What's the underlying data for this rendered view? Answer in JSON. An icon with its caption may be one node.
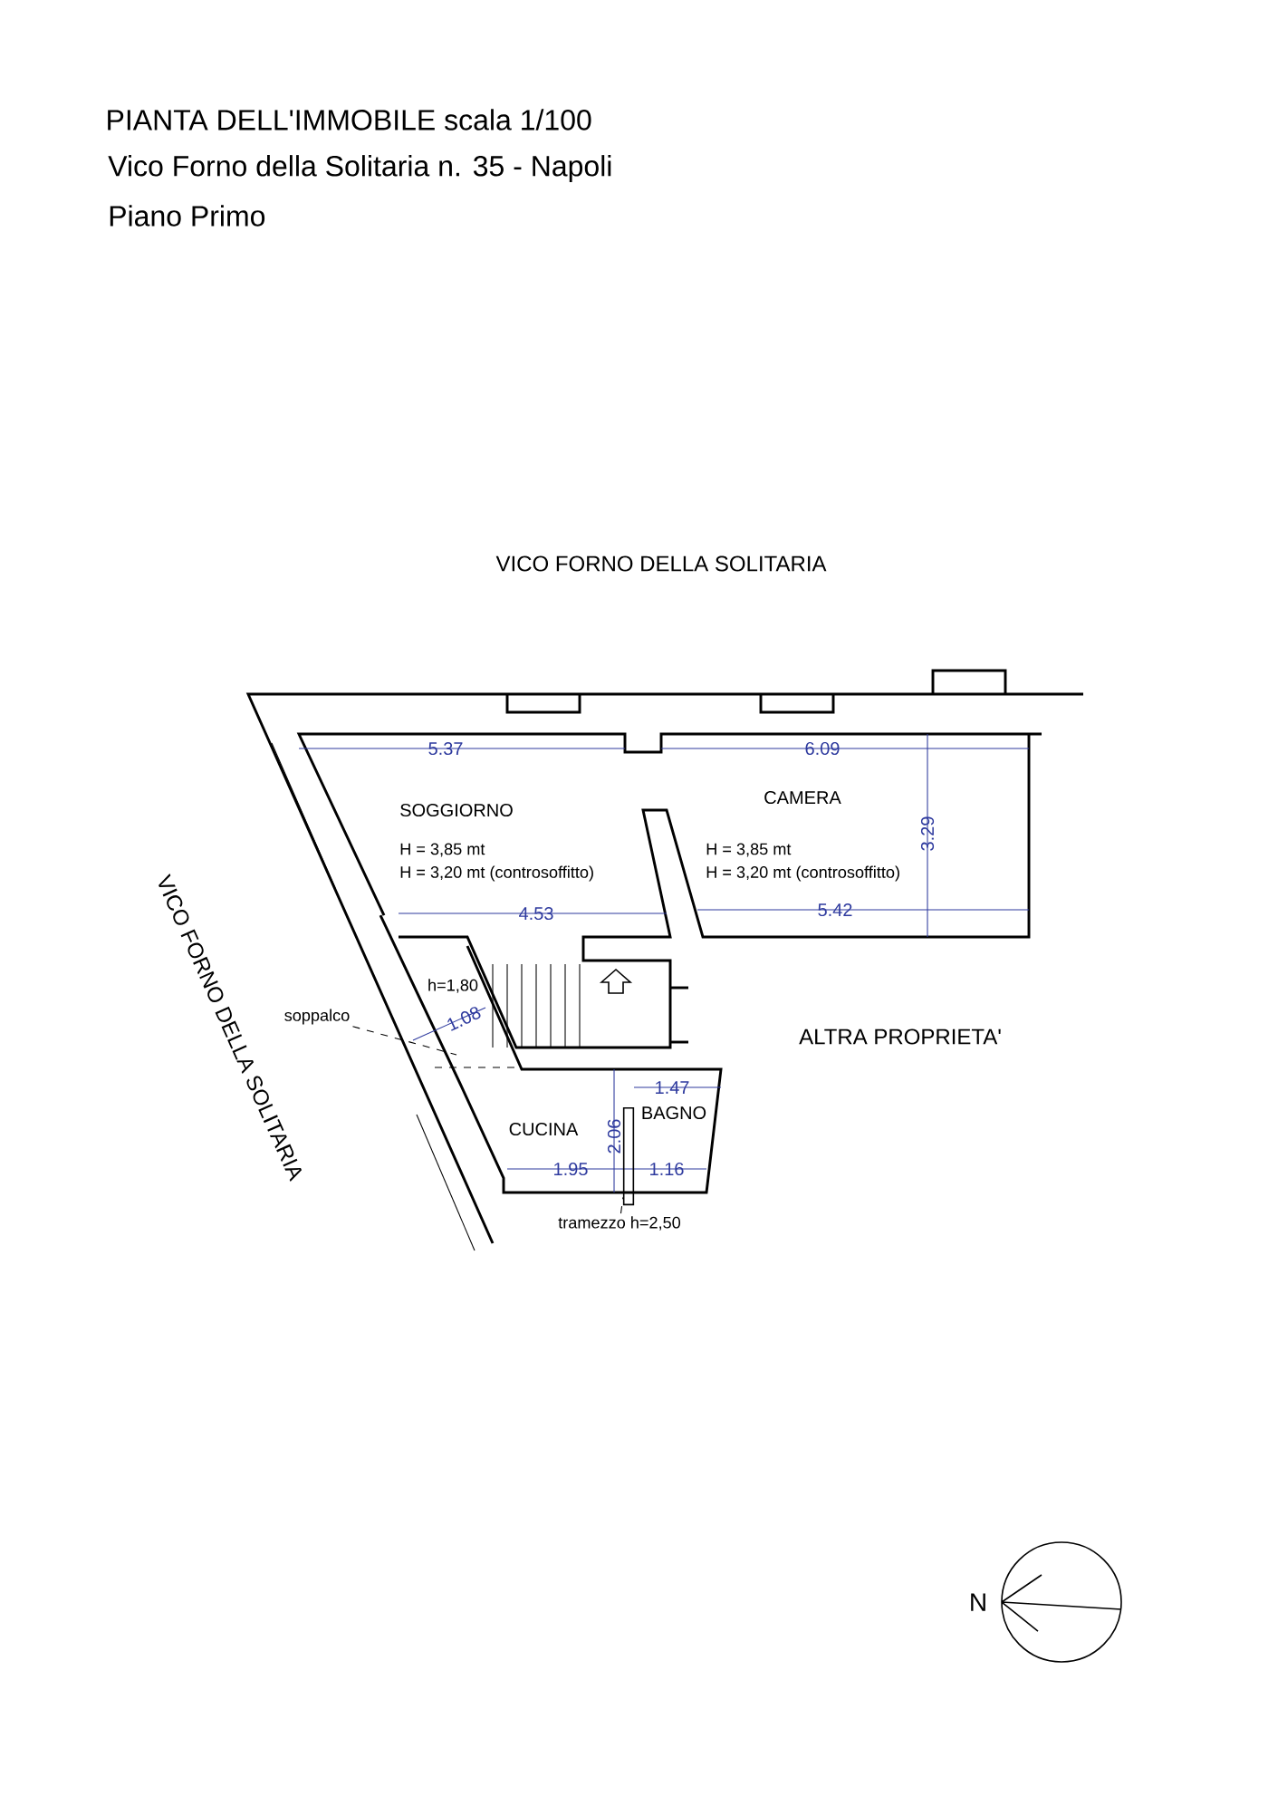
{
  "diagram": {
    "title": "PIANTA DELL'IMMOBILE  scala 1/100",
    "nodes": [
      {
        "text": [
          "soppalco"
        ]
      },
      {
        "text": [
          "tramezzo h=2,50"
        ]
      },
      {
        "text": [],
        "shape": "bar"
      }
    ],
    "edges": [
      {
        "from": 0,
        "to": null,
        "arrow": "none",
        "style": "dashed"
      },
      {
        "from": 1,
        "to": 2,
        "arrow": "none",
        "style": "dashed"
      }
    ],
    "labels": [
      "Vico Forno della Solitaria n. 35  -  Napoli",
      "Piano Primo",
      "VICO FORNO DELLA SOLITARIA",
      "5.37",
      "6.09",
      "SOGGIORNO",
      "CAMERA",
      "H = 3,85 mt",
      "H = 3,20 mt (controsoffitto)",
      "H = 3,85 mt",
      "H = 3,20 mt (controsoffitto)",
      "3.29",
      "VICO FORNO DELLA SOLITARIA",
      "4.53",
      "5.42",
      "h=1,80",
      "1.08",
      "ALTRA PROPRIETA'",
      "1.47",
      "BAGNO",
      "CUCINA",
      "2.06",
      "1.95",
      "1.16",
      "N"
    ]
  }
}
